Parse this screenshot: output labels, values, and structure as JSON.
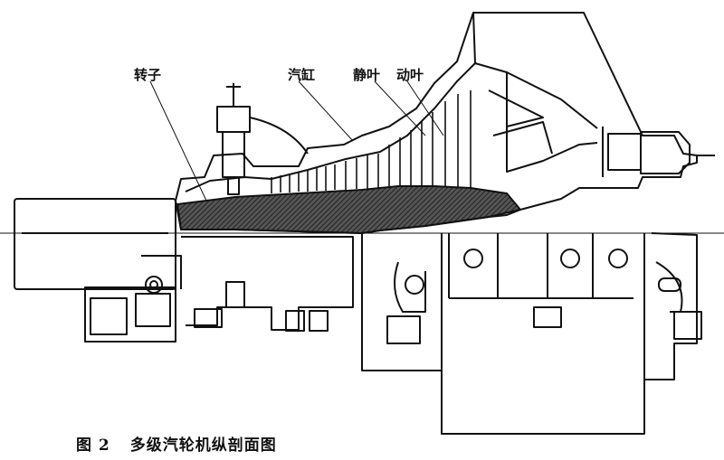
{
  "labels": {
    "rotor": "转子",
    "casing": "汽缸",
    "stator_blade": "静叶",
    "rotor_blade": "动叶"
  },
  "caption": {
    "number": "图 2",
    "title": "多级汽轮机纵剖面图"
  }
}
